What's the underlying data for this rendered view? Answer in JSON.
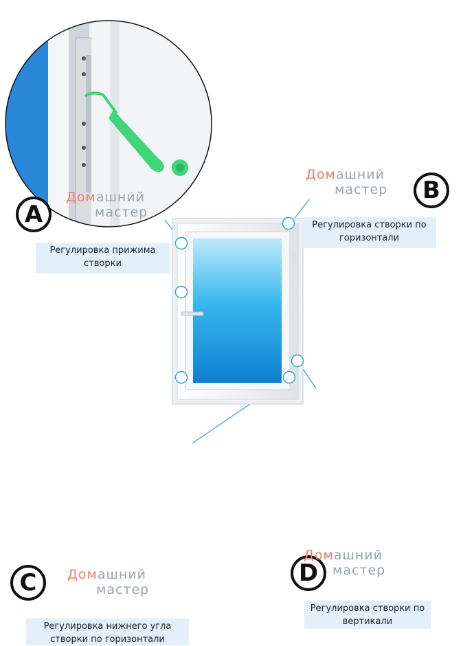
{
  "callouts": {
    "a": {
      "letter": "A",
      "caption": "Регулировка прижима створки"
    },
    "b": {
      "letter": "B",
      "caption": "Регулировка створки по горизонтали"
    },
    "c": {
      "letter": "C",
      "caption": "Регулировка нижнего угла створки по горизонтали"
    },
    "d": {
      "letter": "D",
      "caption": "Регулировка створки по вертикали"
    }
  },
  "watermark": {
    "highlight": "Дом",
    "rest": "ашний",
    "line2": "мастер"
  },
  "colors": {
    "tool_green": "#3fd57a",
    "caption_bg": "#e2f0fb",
    "glass_blue": "#1aa6e6",
    "arrow_red": "#ff4d4d"
  }
}
